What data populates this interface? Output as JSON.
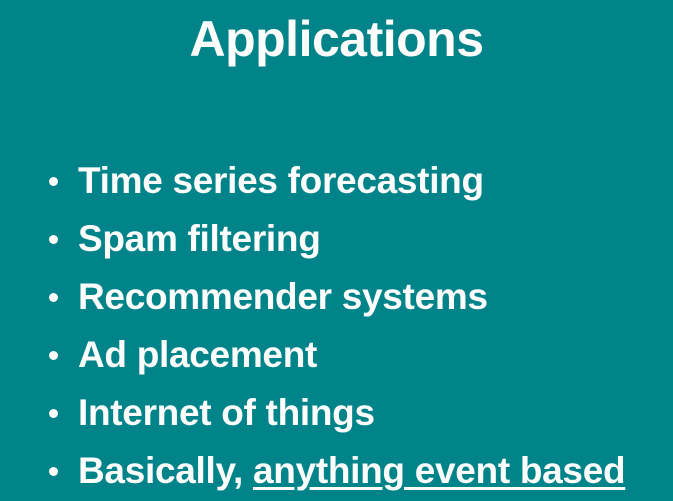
{
  "slide": {
    "title": "Applications",
    "background_color": "#00848a",
    "text_color": "#fdfdfb",
    "bullets": [
      {
        "text": "Time series forecasting",
        "underlined_text": "",
        "marker": "round-bullet"
      },
      {
        "text": "Spam filtering",
        "underlined_text": "",
        "marker": "round-bullet"
      },
      {
        "text": "Recommender systems",
        "underlined_text": "",
        "marker": "round-bullet"
      },
      {
        "text": "Ad placement",
        "underlined_text": "",
        "marker": "round-bullet"
      },
      {
        "text": "Internet of things",
        "underlined_text": "",
        "marker": "round-bullet"
      },
      {
        "text": "Basically, ",
        "underlined_text": "anything event based",
        "marker": "round-bullet"
      }
    ]
  }
}
